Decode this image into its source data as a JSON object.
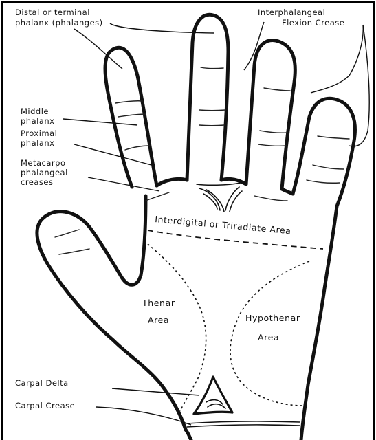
{
  "labels": {
    "distal_line1": "Distal or terminal",
    "distal_line2": "phalanx (phalanges)",
    "interphalangeal_line1": "Interphalangeal",
    "interphalangeal_line2": "Flexion Crease",
    "middle_line1": "Middle",
    "middle_line2": "phalanx",
    "proximal_line1": "Proximal",
    "proximal_line2": "phalanx",
    "metacarpo_line1": "Metacarpo",
    "metacarpo_line2": "phalangeal",
    "metacarpo_line3": "creases",
    "interdigital": "Interdigital or Triradiate Area",
    "thenar_line1": "Thenar",
    "thenar_line2": "Area",
    "hypothenar_line1": "Hypothenar",
    "hypothenar_line2": "Area",
    "carpal_delta": "Carpal Delta",
    "carpal_crease": "Carpal Crease"
  }
}
